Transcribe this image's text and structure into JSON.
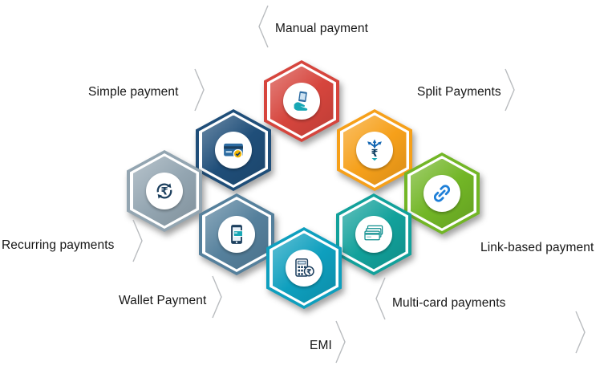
{
  "diagram": {
    "type": "hexagon-cycle",
    "background": "#ffffff",
    "decoration_color": "#b9bcbf",
    "items": [
      {
        "id": "manual-payment",
        "label": "Manual payment",
        "color": "#d6453d",
        "icon": "hand-holding-card-icon"
      },
      {
        "id": "simple-payment",
        "label": "Simple payment",
        "color": "#1f4e79",
        "icon": "credit-card-check-icon"
      },
      {
        "id": "split-payments",
        "label": "Split Payments",
        "color": "#f6a01a",
        "icon": "rupee-split-arrows-icon"
      },
      {
        "id": "recurring-payments",
        "label": "Recurring payments",
        "color": "#93a5b1",
        "icon": "rupee-recurring-arrows-icon"
      },
      {
        "id": "link-based-payment",
        "label": "Link-based payment",
        "color": "#72b626",
        "icon": "chain-link-icon"
      },
      {
        "id": "wallet-payment",
        "label": "Wallet Payment",
        "color": "#55809c",
        "icon": "mobile-wallet-icon"
      },
      {
        "id": "multi-card-payments",
        "label": "Multi-card payments",
        "color": "#12a19b",
        "icon": "stacked-cards-icon"
      },
      {
        "id": "emi",
        "label": "EMI",
        "color": "#0e9fbe",
        "icon": "emi-calculator-icon"
      }
    ]
  }
}
